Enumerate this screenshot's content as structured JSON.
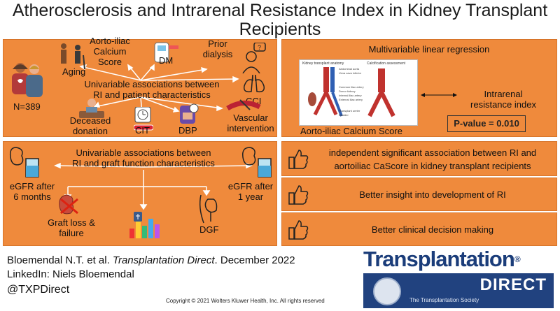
{
  "title": {
    "line1": "Atherosclerosis and Intrarenal Resistance Index in Kidney Transplant",
    "line2": "Recipients"
  },
  "top_left": {
    "n": "N=389",
    "aging": "Aging",
    "calcium_1": "Aorto-iliac",
    "calcium_2": "Calcium",
    "calcium_3": "Score",
    "dm": "DM",
    "prior_1": "Prior",
    "prior_2": "dialysis",
    "center_1": "Univariable associations between",
    "center_2": "RI and patient characteristics",
    "cci": "CCI",
    "deceased_1": "Deceased",
    "deceased_2": "donation",
    "cit": "CIT",
    "dbp": "DBP",
    "vascular_1": "Vascular",
    "vascular_2": "intervention"
  },
  "top_right": {
    "heading": "Multivariable linear regression",
    "inset_left_label": "Kidney transplant anatomy",
    "inset_right_label": "Calcification assessment",
    "inset_labels": [
      "Abdominal aorta",
      "Vena cava inferior",
      "Common iliac artery",
      "Donor kidney",
      "Internal iliac artery",
      "External iliac artery",
      "Transplant ureter",
      "Bladder"
    ],
    "score_label": "Aorto-iliac Calcium Score",
    "ri_1": "Intrarenal",
    "ri_2": "resistance index",
    "pvalue": "P-value = 0.010"
  },
  "bottom_left": {
    "center_1": "Univariable associations between",
    "center_2": "RI and graft function characteristics",
    "egfr6_1": "eGFR after",
    "egfr6_2": "6 months",
    "egfr1_1": "eGFR after",
    "egfr1_2": "1 year",
    "graft_1": "Graft loss &",
    "graft_2": "failure",
    "dgf": "DGF"
  },
  "conclusions": {
    "c1_line1": "independent significant association between RI and",
    "c1_line2": "aortoiliac CaScore in kidney transplant recipients",
    "c2": "Better insight into development of RI",
    "c3": "Better clinical decision making"
  },
  "footer": {
    "cite_author": "Bloemendal N.T. et al. ",
    "cite_journal": "Transplantation Direct",
    "cite_date": ". December 2022",
    "linkedin": "LinkedIn: Niels Bloemendal",
    "handle": "@TXPDirect",
    "copyright": "Copyright © 2021 Wolters Kluwer Health, Inc. All rights reserved"
  },
  "logo": {
    "word": "Transplantation",
    "reg": "®",
    "direct": "DIRECT",
    "society": "The Transplantation Society"
  },
  "colors": {
    "panel": "#ef8a3c",
    "logo_blue": "#21427f",
    "logo_text": "#1b3d7a"
  }
}
